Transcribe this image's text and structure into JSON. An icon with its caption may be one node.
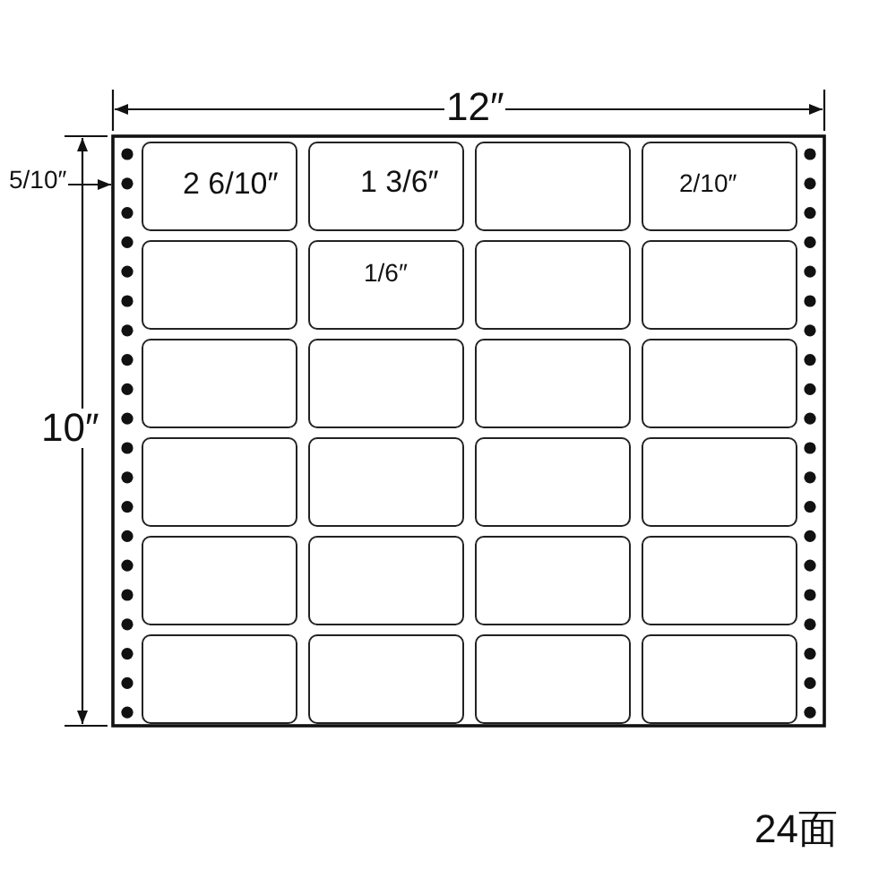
{
  "diagram": {
    "nodes": [
      {
        "text": [],
        "shape": "box"
      },
      {
        "text": [],
        "shape": "box"
      },
      {
        "text": [],
        "shape": "box"
      },
      {
        "text": [],
        "shape": "box"
      },
      {
        "text": [],
        "shape": "box"
      },
      {
        "text": [],
        "shape": "box"
      },
      {
        "text": [],
        "shape": "box"
      },
      {
        "text": [],
        "shape": "box"
      },
      {
        "text": [],
        "shape": "box"
      },
      {
        "text": [],
        "shape": "box"
      },
      {
        "text": [],
        "shape": "box"
      },
      {
        "text": [],
        "shape": "box"
      },
      {
        "text": [],
        "shape": "box"
      },
      {
        "text": [],
        "shape": "box"
      },
      {
        "text": [],
        "shape": "box"
      },
      {
        "text": [],
        "shape": "box"
      },
      {
        "text": [],
        "shape": "box"
      },
      {
        "text": [],
        "shape": "box"
      },
      {
        "text": [],
        "shape": "box"
      },
      {
        "text": [],
        "shape": "box"
      },
      {
        "text": [],
        "shape": "box"
      },
      {
        "text": [],
        "shape": "box"
      },
      {
        "text": [],
        "shape": "box"
      },
      {
        "text": [],
        "shape": "box"
      }
    ],
    "edges": [],
    "labels": [
      "12″",
      "5/10″",
      "2 6/10″",
      "1 3/6″",
      "2/10″",
      "1/6″",
      "10″",
      "24面"
    ]
  }
}
